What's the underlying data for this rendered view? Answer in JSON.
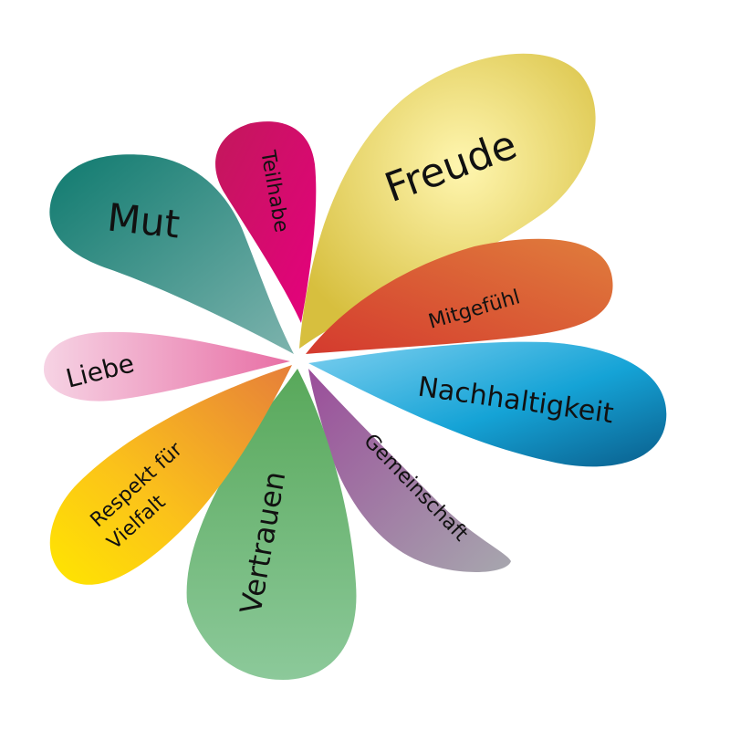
{
  "petals": [
    {
      "id": "freude",
      "label": "Freude",
      "color_inner": "#FFF6B0",
      "color_outer": "#D7BF3E"
    },
    {
      "id": "mitgefuehl",
      "label": "Mitgefühl",
      "color_inner": "#D43A2E",
      "color_outer": "#E07D3C"
    },
    {
      "id": "nachhaltigkeit",
      "label": "Nachhaltigkeit",
      "color_inner": "#7FD0F0",
      "color_outer": "#0A6E9E"
    },
    {
      "id": "gemeinschaft",
      "label": "Gemeinschaft",
      "color_inner": "#9A4D9A",
      "color_outer": "#A7A7AE"
    },
    {
      "id": "vertrauen",
      "label": "Vertrauen",
      "color_inner": "#58A85A",
      "color_outer": "#8CC99A"
    },
    {
      "id": "respekt",
      "label_lines": [
        "Respekt für",
        "Vielfalt"
      ],
      "color_inner": "#E67E3A",
      "color_outer": "#FFE100"
    },
    {
      "id": "liebe",
      "label": "Liebe",
      "color_inner": "#E86FA5",
      "color_outer": "#F6D3E4"
    },
    {
      "id": "mut",
      "label": "Mut",
      "color_inner": "#6CA9A3",
      "color_outer": "#0F7A6F"
    },
    {
      "id": "teilhabe",
      "label": "Teilhabe",
      "color_inner": "#D01F53",
      "color_outer": "#E2007A"
    }
  ]
}
